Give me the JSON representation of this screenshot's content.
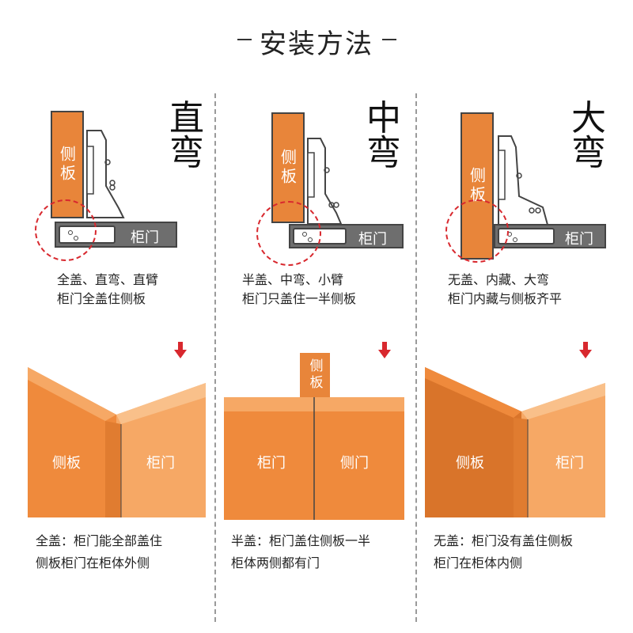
{
  "title": "安装方法",
  "columns": [
    {
      "type_title_top": "直",
      "type_title_bottom": "弯",
      "side_panel_label": "侧板",
      "door_label": "柜门",
      "desc_line1": "全盖、直弯、直臂",
      "desc_line2": "柜门全盖住侧板",
      "illus_left_label": "侧板",
      "illus_right_label": "柜门",
      "caption_line1": "全盖：柜门能全部盖住",
      "caption_line2": "侧板柜门在柜体外侧"
    },
    {
      "type_title_top": "中",
      "type_title_bottom": "弯",
      "side_panel_label": "侧板",
      "door_label": "柜门",
      "desc_line1": "半盖、中弯、小臂",
      "desc_line2": "柜门只盖住一半侧板",
      "illus_top_label": "侧板",
      "illus_left_label": "柜门",
      "illus_right_label": "侧门",
      "caption_line1": "半盖：柜门盖住侧板一半",
      "caption_line2": "柜体两侧都有门"
    },
    {
      "type_title_top": "大",
      "type_title_bottom": "弯",
      "side_panel_label": "侧板",
      "door_label": "柜门",
      "desc_line1": "无盖、内藏、大弯",
      "desc_line2": "柜门内藏与侧板齐平",
      "illus_left_label": "侧板",
      "illus_right_label": "柜门",
      "caption_line1": "无盖：柜门没有盖住侧板",
      "caption_line2": "柜门在柜体内侧"
    }
  ],
  "colors": {
    "panel_orange": "#e8853a",
    "door_gray": "#6e6e6e",
    "highlight_red": "#d8282e",
    "cabinet_orange": "#ef8a3c",
    "cabinet_light": "#f6a865",
    "cabinet_dark": "#d9742a"
  },
  "icons": {
    "arrow": "red-down-arrow-icon",
    "hinge": "hinge-icon"
  }
}
